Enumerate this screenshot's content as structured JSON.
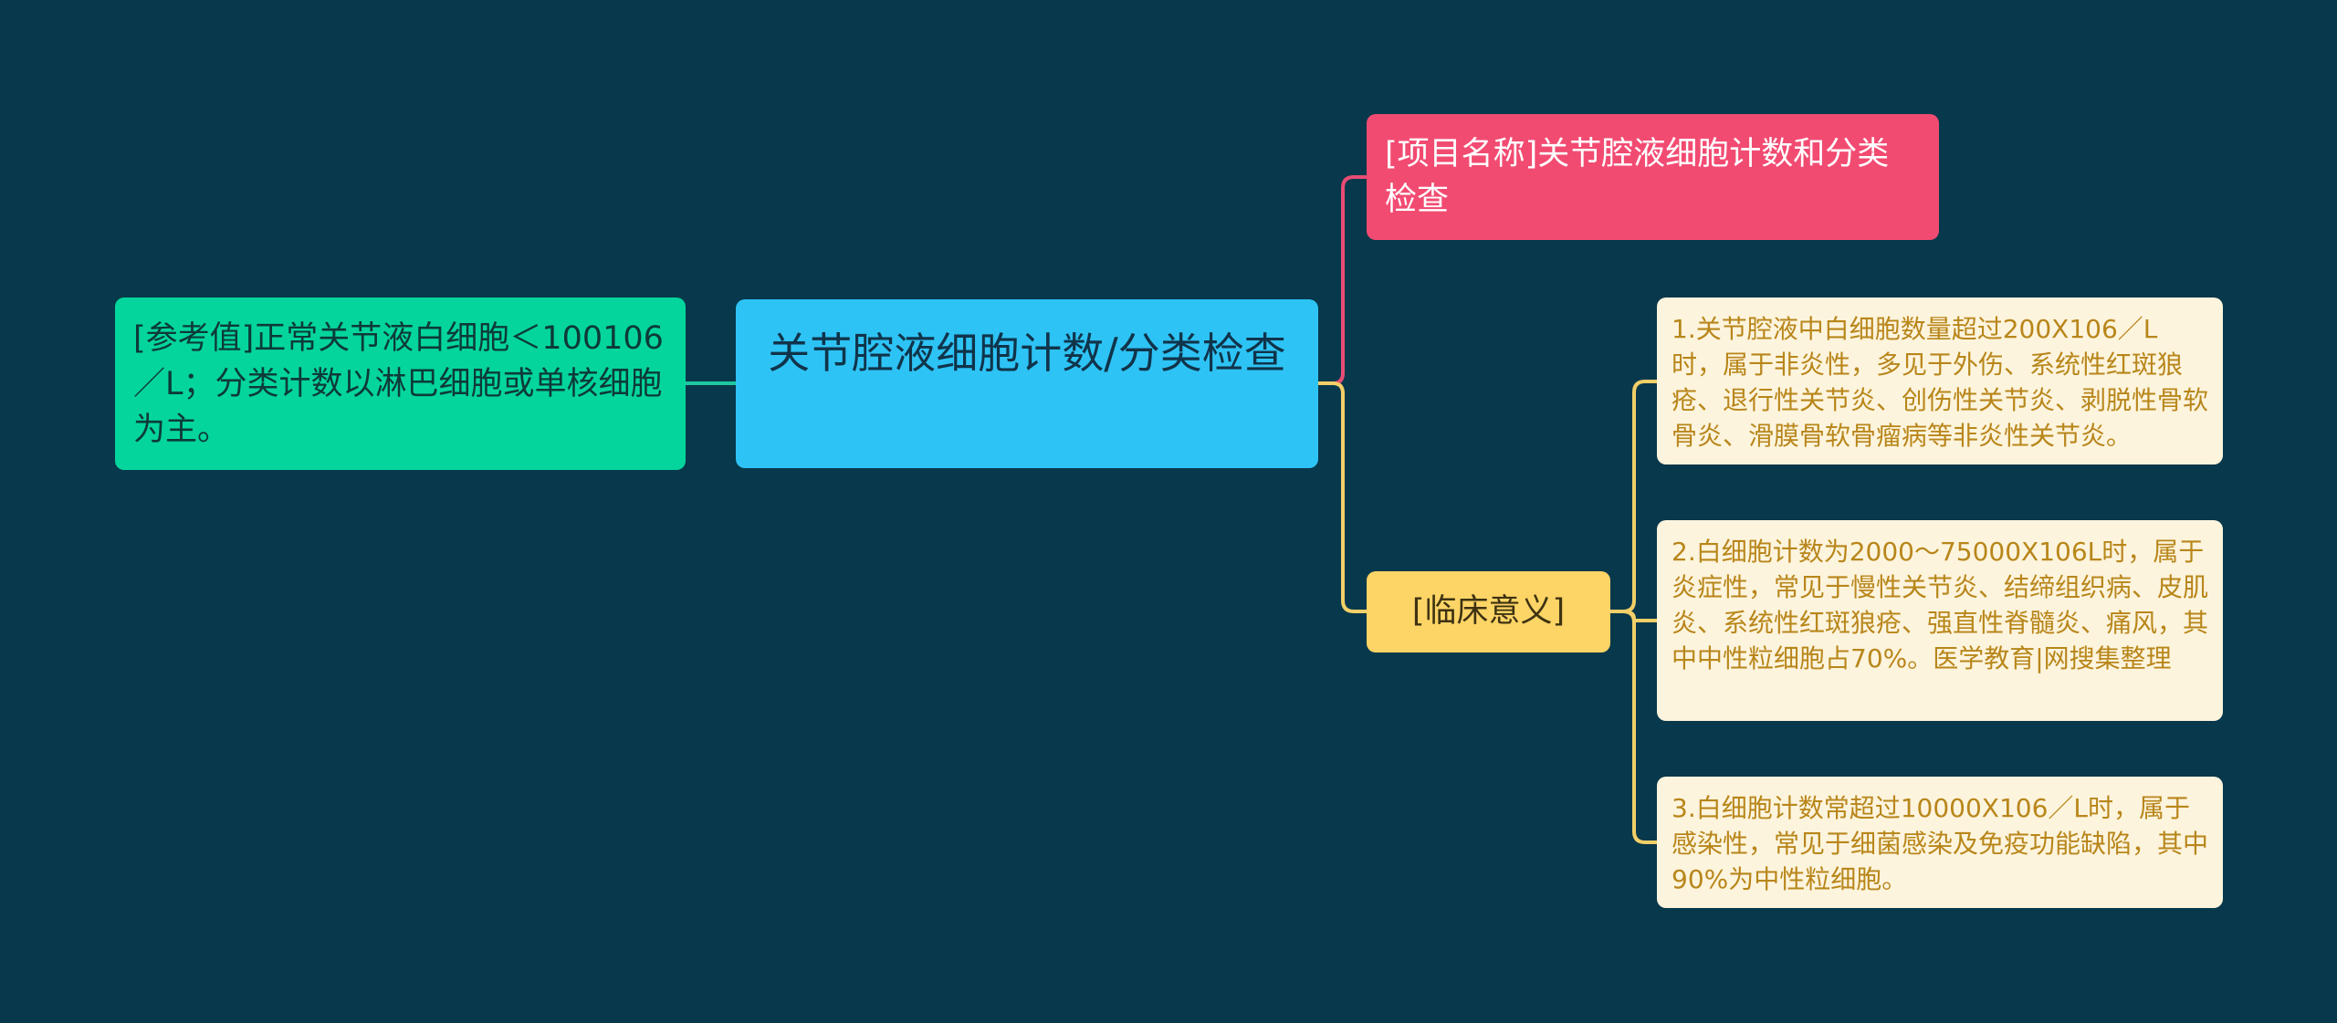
{
  "colors": {
    "background": "#08384b",
    "root": "#2ec3f5",
    "reference": "#04d59c",
    "project_name": "#f24b72",
    "clinical": "#fdd466",
    "detail_bg": "#fdf4dd",
    "detail_text": "#b8861a",
    "link_left": "#1fc7a0",
    "link_top": "#e84c75",
    "link_bottom": "#f2cf68"
  },
  "root": {
    "label": "关节腔液细胞计数/分类检查"
  },
  "reference": {
    "label": "[参考值]正常关节液白细胞＜100106／L；分类计数以淋巴细胞或单核细胞为主。"
  },
  "project_name": {
    "label": "[项目名称]关节腔液细胞计数和分类检查"
  },
  "clinical": {
    "label": "[临床意义]",
    "details": [
      "1.关节腔液中白细胞数量超过200X106／L时，属于非炎性，多见于外伤、系统性红斑狼疮、退行性关节炎、创伤性关节炎、剥脱性骨软骨炎、滑膜骨软骨瘤病等非炎性关节炎。",
      "2.白细胞计数为2000～75000X106L时，属于炎症性，常见于慢性关节炎、结缔组织病、皮肌炎、系统性红斑狼疮、强直性脊髓炎、痛风，其中中性粒细胞占70%。医学教育|网搜集整理",
      "3.白细胞计数常超过10000X106／L时，属于感染性，常见于细菌感染及免疫功能缺陷，其中90%为中性粒细胞。"
    ]
  }
}
